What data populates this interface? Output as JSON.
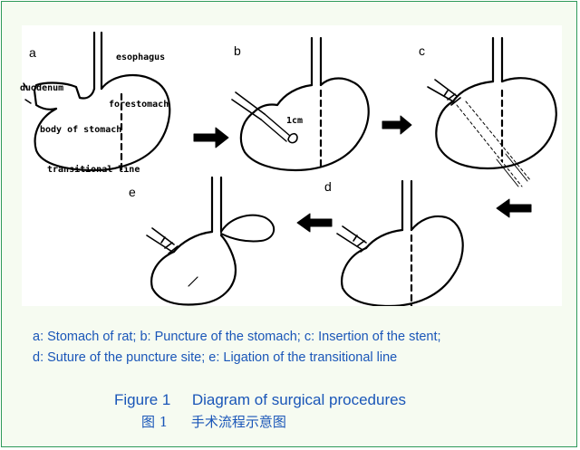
{
  "diagram": {
    "panels": {
      "a": {
        "letter": "a",
        "labels": {
          "esophagus": "esophagus",
          "duodenum": "duodenum",
          "forestomach": "forestomach",
          "body": "body of stomach",
          "transitional": "transitional line"
        }
      },
      "b": {
        "letter": "b",
        "labels": {
          "one_cm": "1cm"
        }
      },
      "c": {
        "letter": "c"
      },
      "d": {
        "letter": "d"
      },
      "e": {
        "letter": "e"
      }
    }
  },
  "caption": {
    "line1": "a: Stomach of rat; b: Puncture of the stomach; c: Insertion of the stent;",
    "line2": "d: Suture of the puncture site; e: Ligation of the transitional line"
  },
  "figure_title": {
    "en_label": "Figure 1",
    "en_text": "Diagram of surgical procedures",
    "cn_label": "图 1",
    "cn_text": "手术流程示意图"
  },
  "colors": {
    "frame_border": "#2e9a5a",
    "frame_bg": "#f6fbf1",
    "caption_text": "#1a56b8"
  }
}
